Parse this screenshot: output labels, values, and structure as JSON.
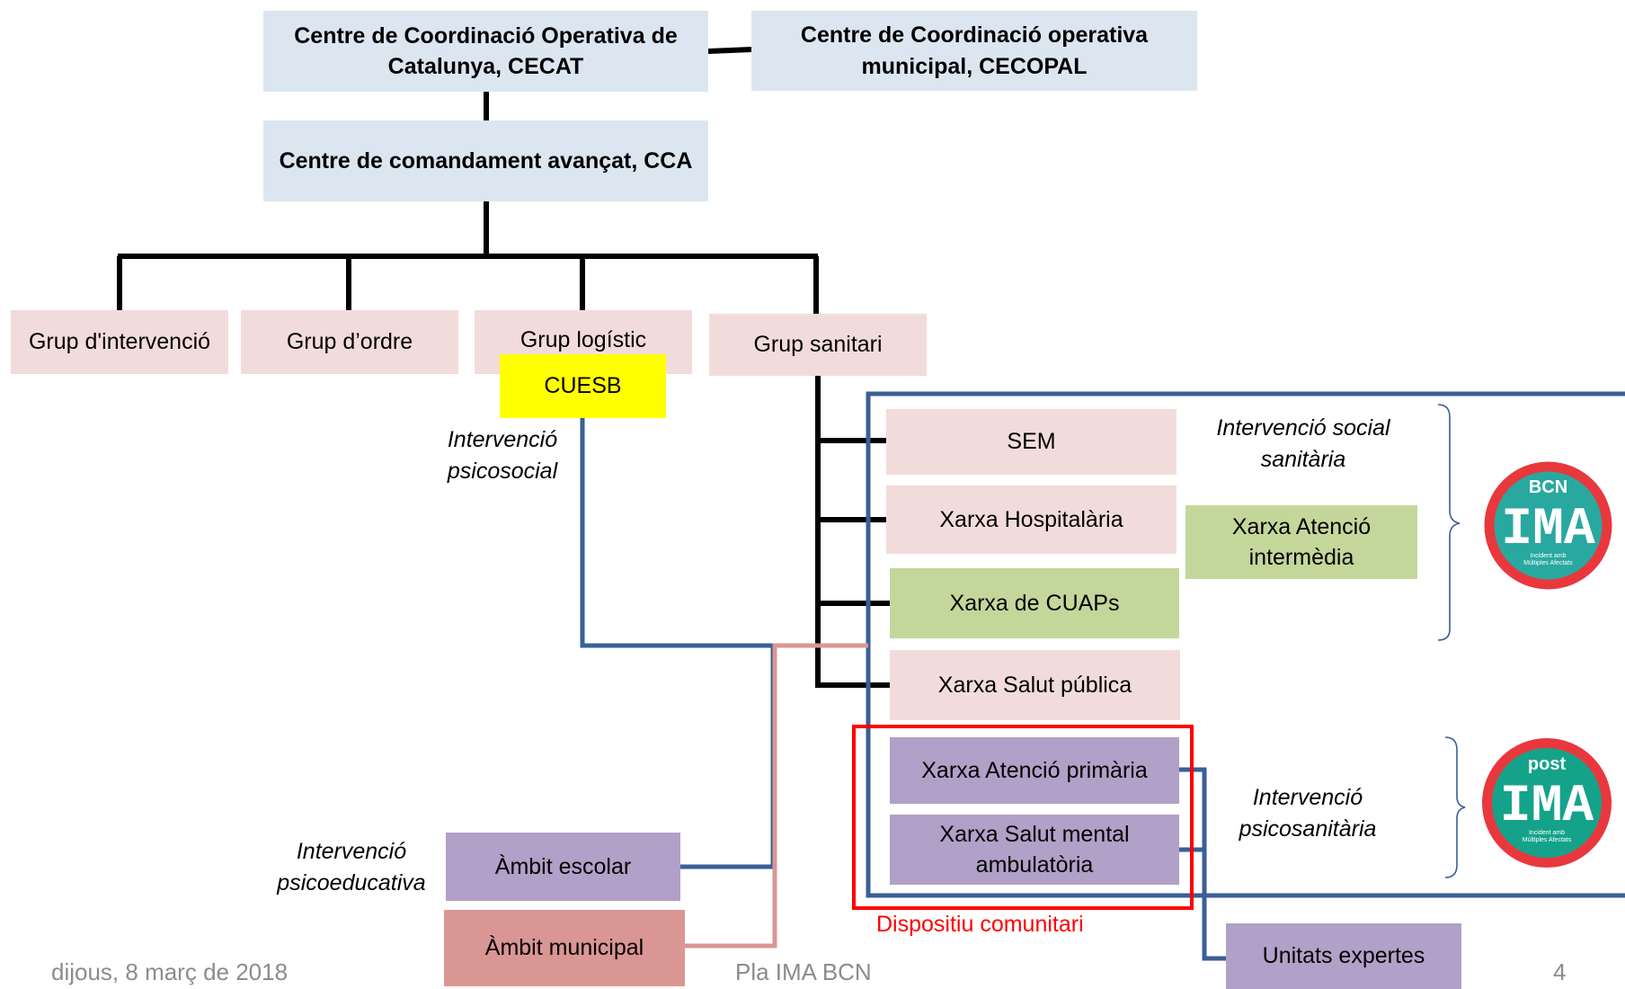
{
  "top_boxes": {
    "cecat": "Centre de Coordinació Operativa de Catalunya, CECAT",
    "cecopal": "Centre de Coordinació operativa municipal, CECOPAL",
    "cca": "Centre de comandament avançat, CCA"
  },
  "groups": {
    "intervencio": "Grup d'intervenció",
    "ordre": "Grup d’ordre",
    "logistic": "Grup logístic",
    "sanitari": "Grup sanitari"
  },
  "cuesb": "CUESB",
  "network_boxes": {
    "sem": "SEM",
    "hospitalaria": "Xarxa Hospitalària",
    "cuaps": "Xarxa de CUAPs",
    "salut_publica": "Xarxa Salut pública",
    "atencio_intermedia": "Xarxa Atenció intermèdia",
    "atencio_primaria": "Xarxa Atenció primària",
    "salut_mental": "Xarxa Salut mental ambulatòria",
    "unitats_expertes": "Unitats expertes"
  },
  "ambit_boxes": {
    "escolar": "Àmbit escolar",
    "municipal": "Àmbit municipal"
  },
  "labels": {
    "psicosocial": "Intervenció psicosocial",
    "social_sanitaria": "Intervenció social sanitària",
    "psicosanitaria": "Intervenció psicosanitària",
    "psicoeducativa": "Intervenció psicoeducativa",
    "dispositiu": "Dispositiu comunitari"
  },
  "logos": {
    "bcn": {
      "top": "BCN",
      "main": "IMA",
      "sub1": "Incident amb",
      "sub2": "Múltiples Afectats",
      "icon": "bcn-ima-logo"
    },
    "post": {
      "top": "post",
      "main": "IMA",
      "sub1": "Incident amb",
      "sub2": "Múltiples Afectats",
      "icon": "post-ima-logo"
    }
  },
  "footer": {
    "date": "dijous, 8 març de 2018",
    "title": "Pla IMA BCN",
    "page": "4"
  },
  "colors": {
    "header_blue": "#dce6f1",
    "pink": "#f2dcdb",
    "green": "#c4d79b",
    "purple": "#b1a0c7",
    "rose": "#da9694",
    "yellow": "#ffff00",
    "connector_blue": "#3a5f94",
    "connector_pink": "#d99694",
    "highlight_red": "#ff0000"
  }
}
